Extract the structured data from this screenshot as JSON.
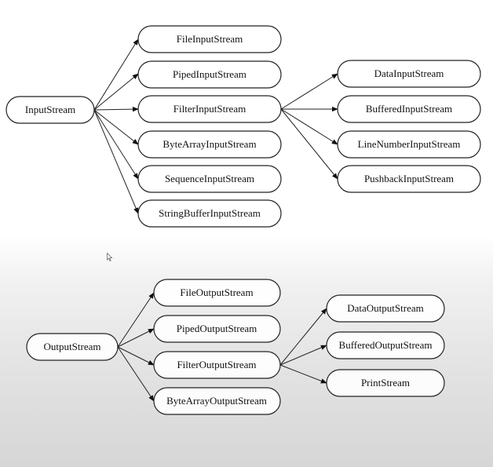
{
  "input_tree": {
    "root": "InputStream",
    "children": [
      "FileInputStream",
      "PipedInputStream",
      "FilterInputStream",
      "ByteArrayInputStream",
      "SequenceInputStream",
      "StringBufferInputStream"
    ],
    "filter_children": [
      "DataInputStream",
      "BufferedInputStream",
      "LineNumberInputStream",
      "PushbackInputStream"
    ]
  },
  "output_tree": {
    "root": "OutputStream",
    "children": [
      "FileOutputStream",
      "PipedOutputStream",
      "FilterOutputStream",
      "ByteArrayOutputStream"
    ],
    "filter_children": [
      "DataOutputStream",
      "BufferedOutputStream",
      "PrintStream"
    ]
  }
}
